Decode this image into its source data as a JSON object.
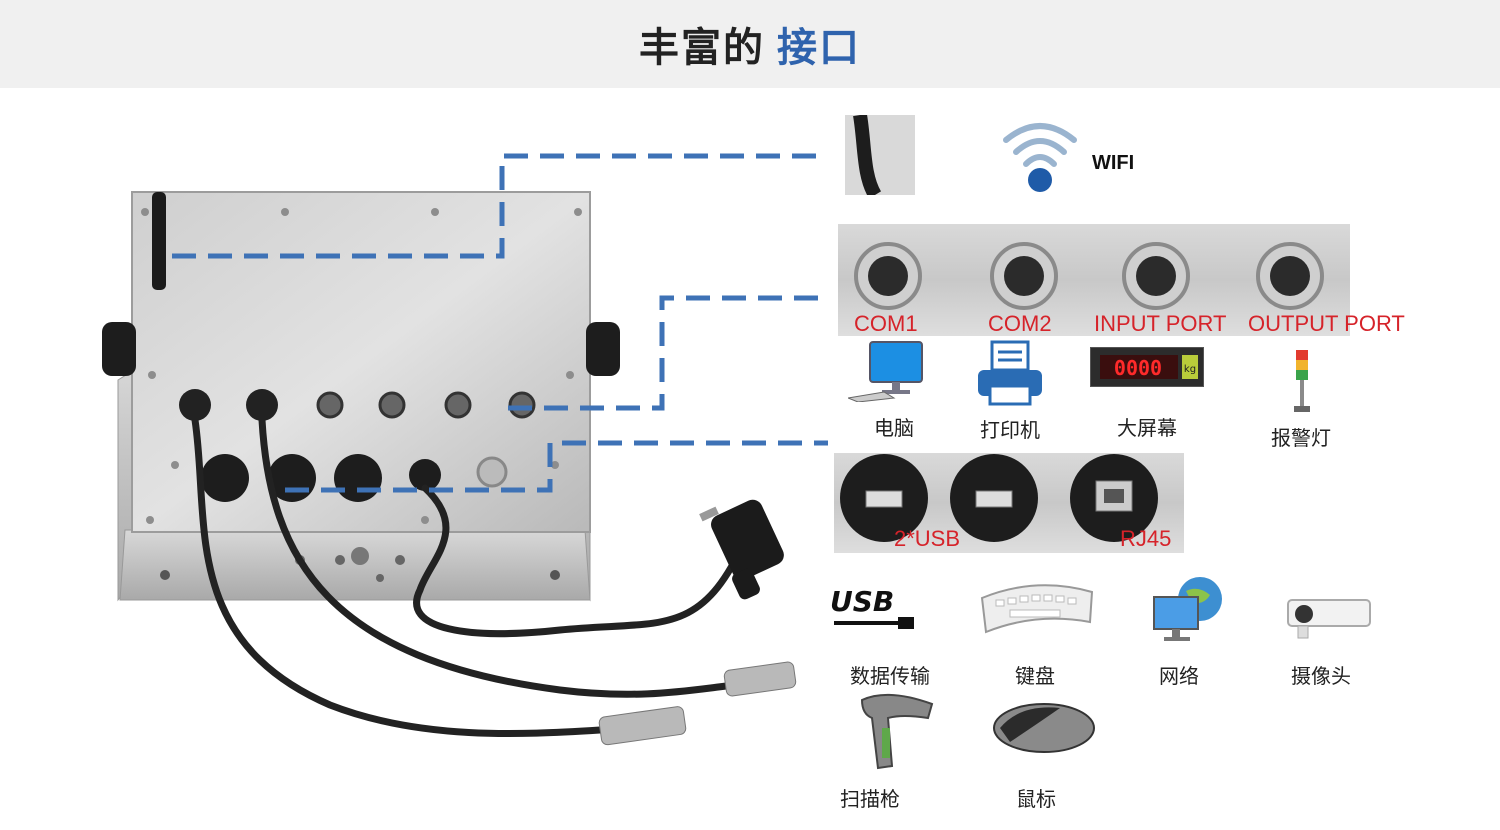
{
  "header": {
    "title_main": "丰富的",
    "title_accent": "接口"
  },
  "wifi": {
    "label": "WIFI"
  },
  "com_ports": [
    "COM1",
    "COM2",
    "INPUT PORT",
    "OUTPUT PORT"
  ],
  "com_devices": [
    "电脑",
    "打印机",
    "大屏幕",
    "报警灯"
  ],
  "display_digits": "0000",
  "display_unit": "kg",
  "usb_ports": {
    "usb": "2*USB",
    "rj45": "RJ45"
  },
  "usb_devices": [
    "数据传输",
    "键盘",
    "网络",
    "摄像头"
  ],
  "usb_devices_row2": [
    "扫描枪",
    "鼠标"
  ],
  "colors": {
    "accent": "#2f63ad",
    "port_label": "#d6232a",
    "dash_line": "#3e72b6",
    "header_bg": "#f0f0f0"
  }
}
